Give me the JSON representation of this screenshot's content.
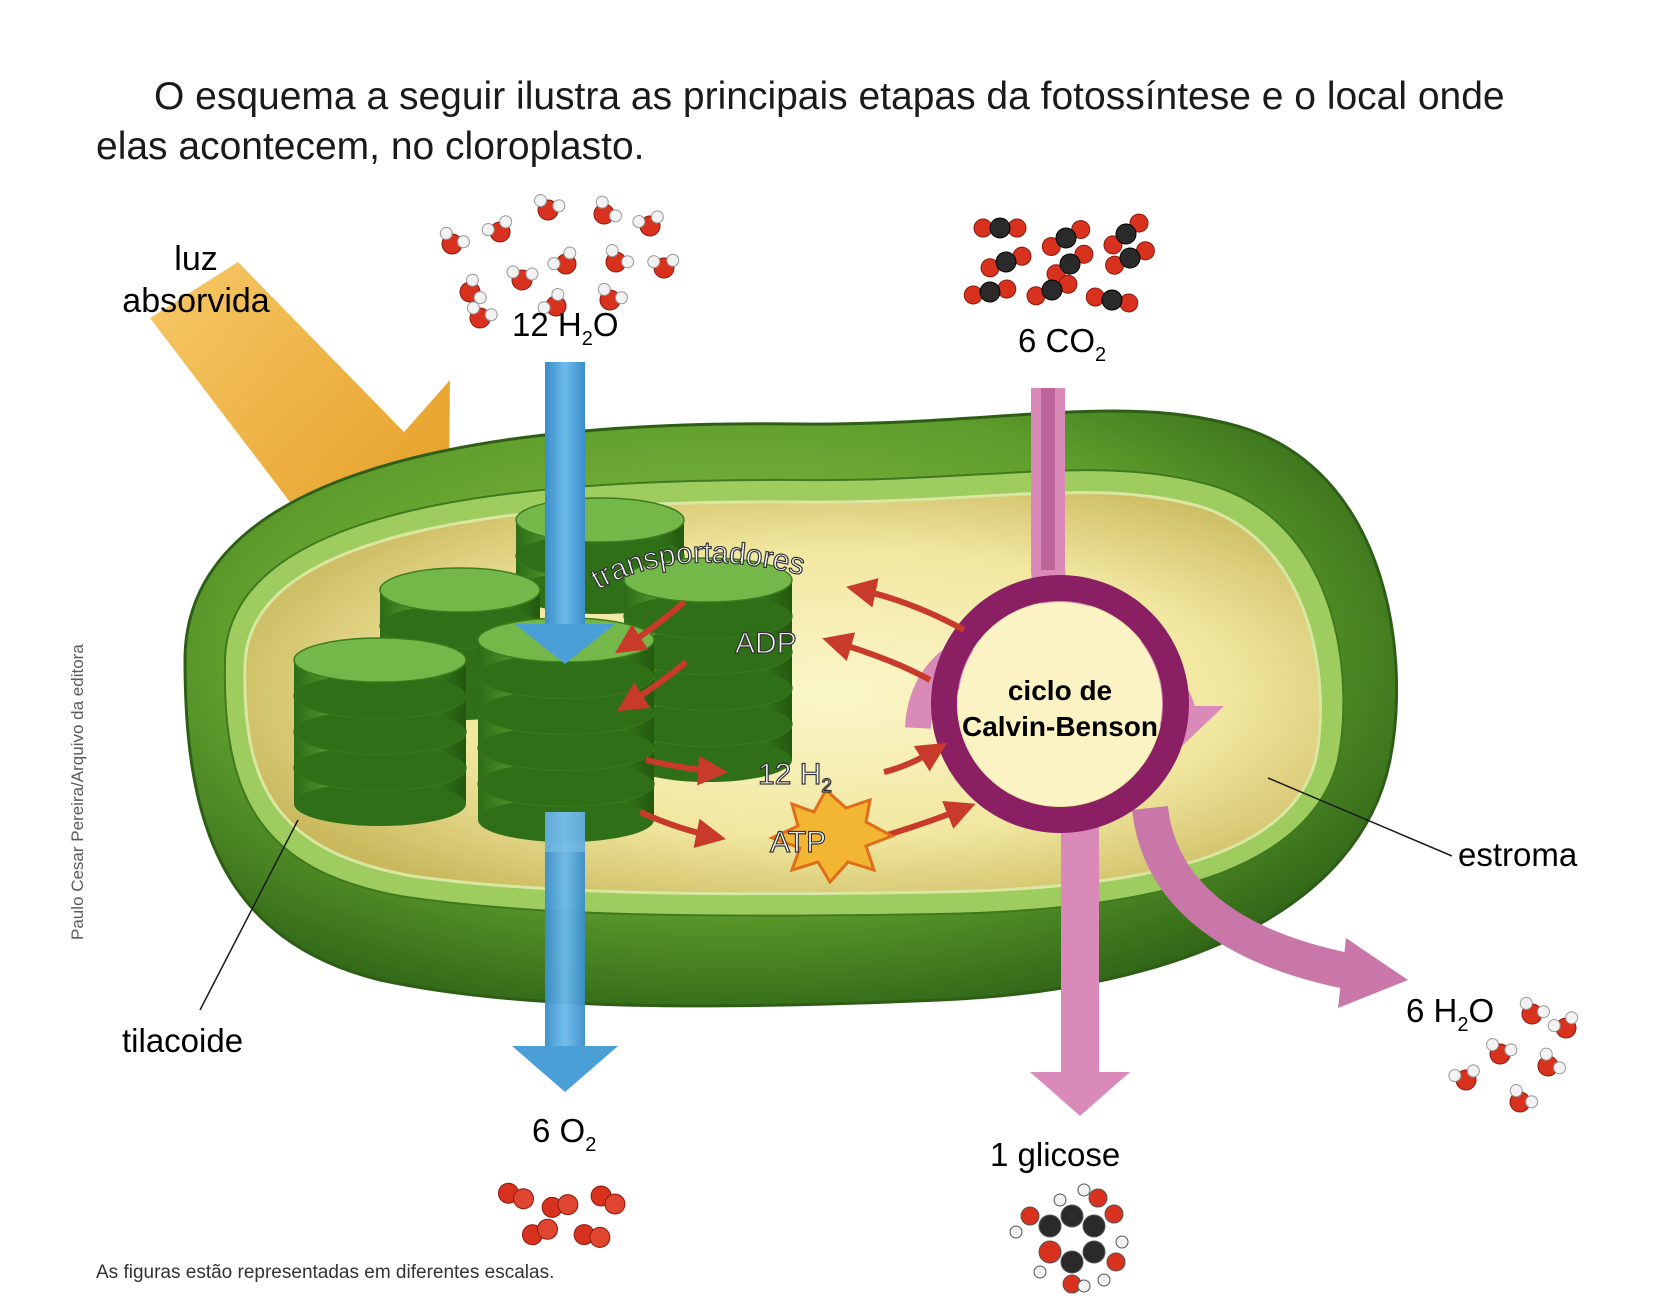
{
  "intro_text": "O esquema a seguir ilustra as principais etapas da fotossíntese e o local onde elas acontecem, no cloroplasto.",
  "credit": "Paulo Cesar Pereira/Arquivo da editora",
  "note": "As figuras estão representadas em diferentes escalas.",
  "labels": {
    "light": [
      "luz",
      "absorvida"
    ],
    "water_in": {
      "coef": "12 H",
      "sub": "2",
      "rest": "O"
    },
    "co2": {
      "coef": "6 CO",
      "sub": "2"
    },
    "transport": "transportadores",
    "adp": "ADP",
    "h2": {
      "coef": "12 H",
      "sub": "2"
    },
    "atp": "ATP",
    "cycle": [
      "ciclo de",
      "Calvin-Benson"
    ],
    "stroma": "estroma",
    "thylakoid": "tilacoide",
    "oxygen": {
      "coef": "6 O",
      "sub": "2"
    },
    "glucose": "1 glicose",
    "water_out": {
      "coef": "6 H",
      "sub": "2",
      "rest": "O"
    }
  },
  "colors": {
    "membrane_green": "#5e9d2c",
    "stroma_yellow": "#f1e7a0",
    "thylakoid_green": "#4a9a2e",
    "water_arrow_blue": "#4a9fd6",
    "light_arrow_orange": "#eeae3a",
    "cycle_purple": "#8a1f63",
    "flow_pink": "#d98ab8",
    "reaction_arrow_red": "#c83a2a",
    "oxygen_atom_red": "#d8321f",
    "carbon_atom_black": "#2a2a2a"
  }
}
